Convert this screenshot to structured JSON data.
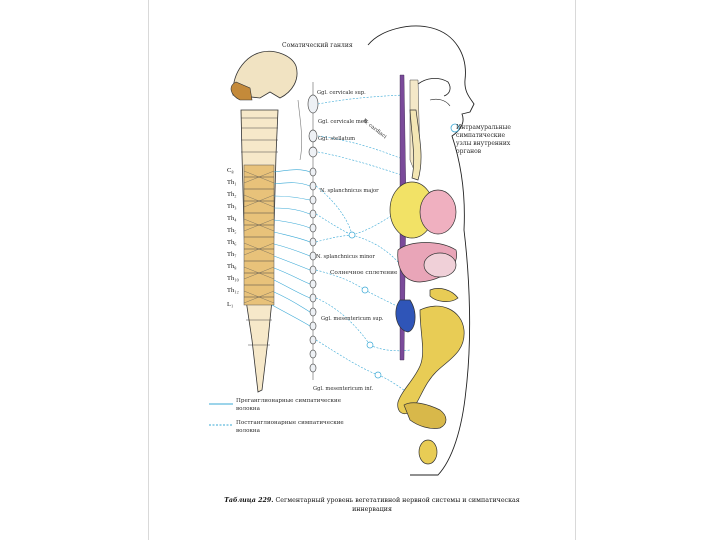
{
  "diagram": {
    "header_label": "Соматический ганлия",
    "intramural_label": "Интрамуральные симпатические узлы внутренних органов",
    "ganglia": [
      "Ggl. cervicale sup.",
      "Ggl. cervicale med.",
      "Ggl. stellatum",
      "N. splanchnicus major",
      "N. splanchnicus minor",
      "Ggl. mesentericum sup.",
      "Ggl. mesentericum inf."
    ],
    "nerve_label": "N. cardiaci",
    "plexus_label": "Солнечное сплетение",
    "segments": [
      "C₈",
      "Th₁",
      "Th₂",
      "Th₃",
      "Th₄",
      "Th₅",
      "Th₆",
      "Th₇",
      "Th₈",
      "Th₁₀",
      "Th₁₂",
      "L₁"
    ],
    "legend": [
      {
        "label": "Преганглионарные симпатические волокна",
        "color": "#3aa9d6",
        "style": "solid"
      },
      {
        "label": "Постганглионарные симпатические волокна",
        "color": "#3aa9d6",
        "style": "dashed"
      }
    ],
    "caption_number": "Таблица 229.",
    "caption_text": "Сегментарный уровень вегетативной нервной системы и симпатическая иннервация"
  },
  "colors": {
    "fiber": "#3aa9d6",
    "liver": "#d8b89b",
    "heart": "#f0d84a",
    "stomach": "#ee8fa6",
    "intestine": "#e8cc55",
    "kidney": "#2f55b8",
    "spine": "#f3d09a"
  }
}
